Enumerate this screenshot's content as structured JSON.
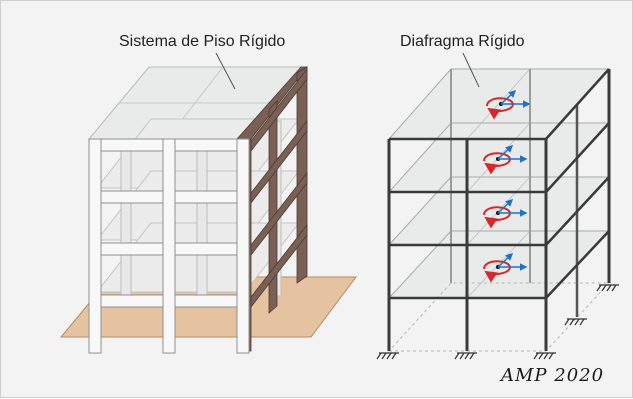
{
  "labels": {
    "rigid_floor_system": "Sistema de Piso Rígido",
    "rigid_diaphragm": "Diafragma Rígido",
    "signature": "AMP 2020"
  },
  "colors": {
    "background": "#f3f3f3",
    "base_plate": "#e6c3a0",
    "frame_face": "#f8f8f8",
    "frame_side": "#7a5f55",
    "slab": "#e9eaea",
    "rotation_arrow": "#d62828",
    "axis_arrow": "#1f72c8"
  },
  "icons": [
    "pointer-line",
    "rotation-arrow",
    "axis-arrow",
    "fixed-support-hatch"
  ]
}
